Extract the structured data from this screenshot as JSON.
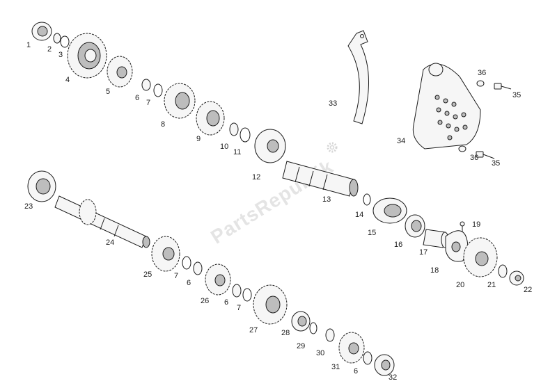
{
  "watermark": {
    "text": "PartsRepublik",
    "icon": "gear-icon"
  },
  "labels": [
    "1",
    "2",
    "3",
    "4",
    "5",
    "6",
    "7",
    "8",
    "9",
    "10",
    "11",
    "12",
    "13",
    "14",
    "15",
    "16",
    "17",
    "18",
    "19",
    "20",
    "21",
    "22",
    "23",
    "24",
    "25",
    "7",
    "6",
    "26",
    "6",
    "7",
    "27",
    "28",
    "29",
    "30",
    "31",
    "6",
    "32",
    "33",
    "34",
    "36",
    "35",
    "36",
    "35"
  ],
  "colors": {
    "line": "#1a1a1a",
    "fill": "#f6f6f6",
    "shade": "#bdbdbd",
    "watermark": "#e4e4e4"
  }
}
